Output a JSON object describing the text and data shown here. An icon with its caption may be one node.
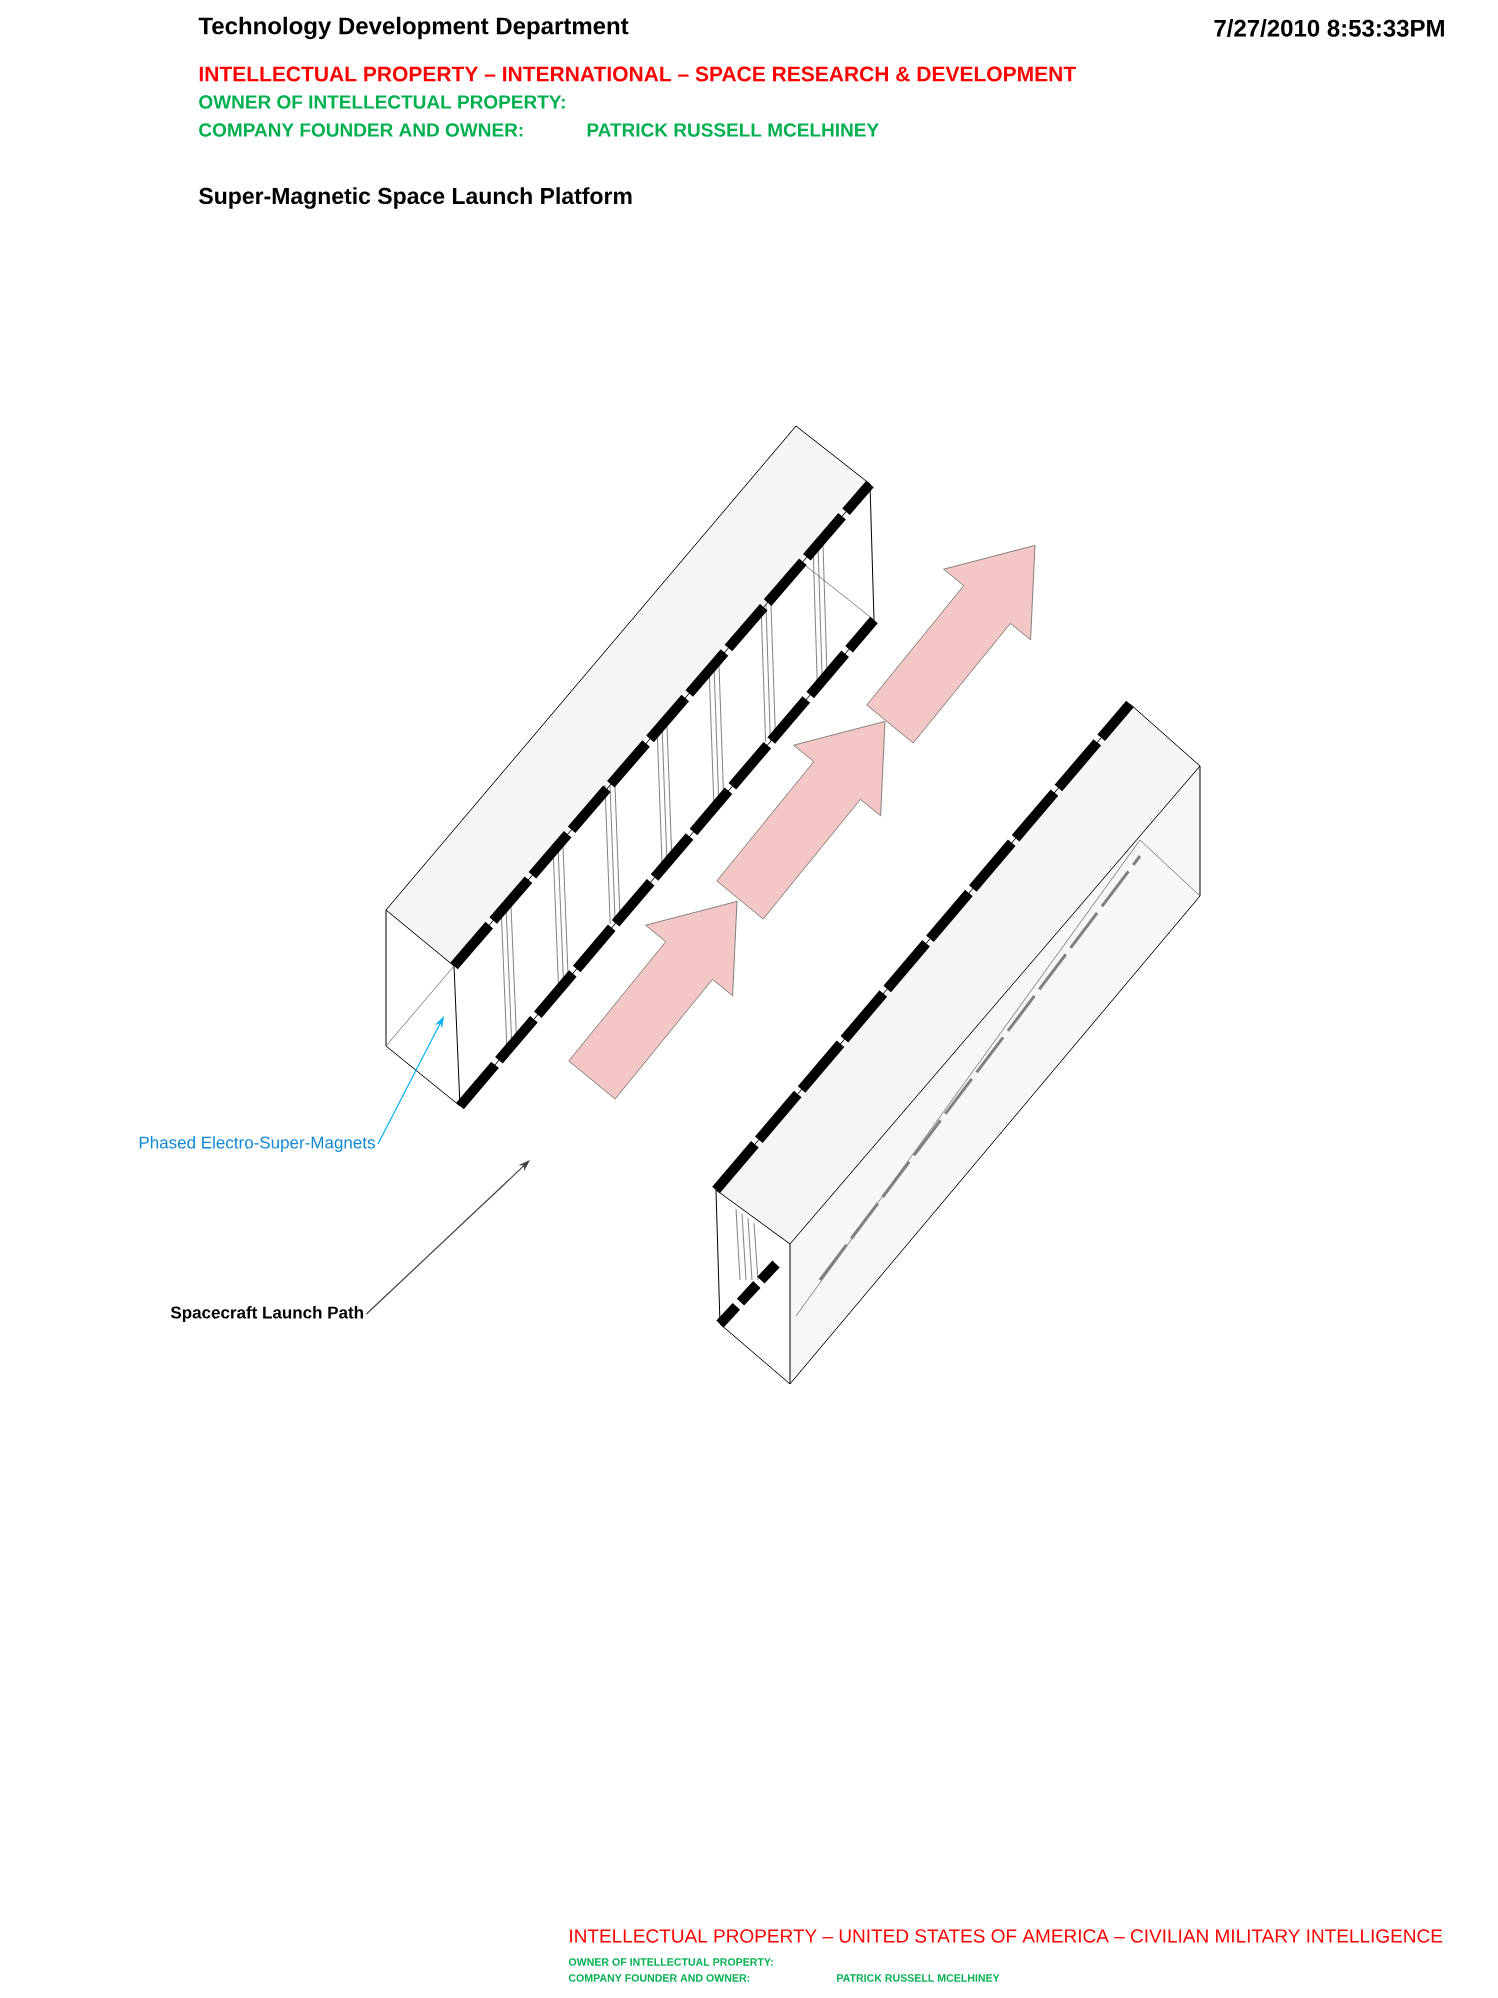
{
  "diagram": {
    "title": "Super-Magnetic Space Launch Platform",
    "nodes": [
      {
        "text": [
          "Phased Electro-Super-Magnets"
        ]
      },
      {
        "text": [
          "Spacecraft Launch Path"
        ]
      }
    ],
    "edges": [
      {
        "from": 0,
        "to": null,
        "arrow": "to",
        "color": "#00b0f0"
      },
      {
        "from": 1,
        "to": null,
        "arrow": "to",
        "color": "#404040"
      }
    ],
    "labels": [
      "Technology Development Department",
      "7/27/2010 8:53:33PM",
      "INTELLECTUAL PROPERTY – INTERNATIONAL – SPACE RESEARCH & DEVELOPMENT",
      "OWNER OF INTELLECTUAL PROPERTY:",
      "COMPANY FOUNDER AND OWNER:",
      "PATRICK RUSSELL MCELHINEY",
      "INTELLECTUAL PROPERTY – UNITED STATES OF AMERICA – CIVILIAN MILITARY INTELLIGENCE",
      "OWNER OF INTELLECTUAL PROPERTY:",
      "COMPANY FOUNDER AND OWNER:",
      "PATRICK RUSSELL MCELHINEY"
    ]
  }
}
